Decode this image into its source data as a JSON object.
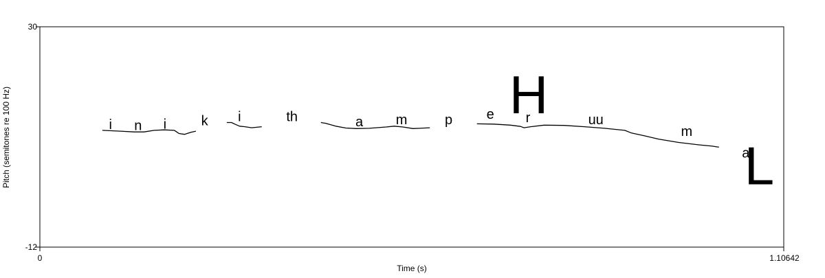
{
  "chart_data": {
    "type": "line",
    "xlabel": "Time (s)",
    "ylabel": "Pitch (semitones re 100 Hz)",
    "xlim": [
      0,
      1.10642
    ],
    "ylim": [
      -12,
      30
    ],
    "x_tick_labels": [
      "0",
      "1.10642"
    ],
    "y_tick_labels": [
      "30",
      "-12"
    ],
    "grid": false,
    "series": [
      {
        "segment": 1,
        "points": [
          [
            0.093,
            10.25
          ],
          [
            0.12,
            10.1
          ],
          [
            0.14,
            9.95
          ],
          [
            0.155,
            9.95
          ],
          [
            0.17,
            10.25
          ],
          [
            0.185,
            10.35
          ],
          [
            0.2,
            10.25
          ],
          [
            0.207,
            9.65
          ],
          [
            0.215,
            9.5
          ],
          [
            0.225,
            9.9
          ],
          [
            0.232,
            10.1
          ]
        ]
      },
      {
        "segment": 2,
        "points": [
          [
            0.278,
            11.75
          ],
          [
            0.285,
            11.75
          ],
          [
            0.29,
            11.45
          ],
          [
            0.297,
            11.05
          ],
          [
            0.305,
            10.95
          ],
          [
            0.315,
            10.75
          ],
          [
            0.33,
            10.95
          ]
        ]
      },
      {
        "segment": 3,
        "points": [
          [
            0.418,
            11.75
          ],
          [
            0.425,
            11.6
          ],
          [
            0.44,
            11.05
          ],
          [
            0.455,
            10.7
          ],
          [
            0.47,
            10.6
          ],
          [
            0.49,
            10.65
          ],
          [
            0.515,
            10.9
          ],
          [
            0.527,
            11.05
          ],
          [
            0.54,
            10.9
          ],
          [
            0.555,
            10.6
          ],
          [
            0.565,
            10.65
          ],
          [
            0.58,
            10.75
          ]
        ]
      },
      {
        "segment": 4,
        "points": [
          [
            0.65,
            11.5
          ],
          [
            0.675,
            11.45
          ],
          [
            0.7,
            11.25
          ],
          [
            0.715,
            11.0
          ],
          [
            0.72,
            10.75
          ],
          [
            0.73,
            10.95
          ],
          [
            0.75,
            11.25
          ],
          [
            0.78,
            11.2
          ],
          [
            0.81,
            10.95
          ],
          [
            0.84,
            10.65
          ],
          [
            0.87,
            10.25
          ],
          [
            0.88,
            9.75
          ],
          [
            0.9,
            9.2
          ],
          [
            0.92,
            8.6
          ],
          [
            0.95,
            7.95
          ],
          [
            0.98,
            7.5
          ],
          [
            1.0,
            7.25
          ],
          [
            1.01,
            7.05
          ]
        ]
      }
    ],
    "annotations": [
      {
        "text": "i",
        "x": 0.105,
        "y": 10.5,
        "size": "medium"
      },
      {
        "text": "n",
        "x": 0.146,
        "y": 10.3,
        "size": "medium"
      },
      {
        "text": "i",
        "x": 0.186,
        "y": 10.6,
        "size": "medium"
      },
      {
        "text": "k",
        "x": 0.245,
        "y": 11.2,
        "size": "medium"
      },
      {
        "text": "i",
        "x": 0.297,
        "y": 12.0,
        "size": "medium"
      },
      {
        "text": "th",
        "x": 0.375,
        "y": 12.0,
        "size": "medium"
      },
      {
        "text": "a",
        "x": 0.475,
        "y": 11.0,
        "size": "medium"
      },
      {
        "text": "m",
        "x": 0.538,
        "y": 11.4,
        "size": "medium"
      },
      {
        "text": "p",
        "x": 0.608,
        "y": 11.4,
        "size": "medium"
      },
      {
        "text": "e",
        "x": 0.67,
        "y": 12.5,
        "size": "medium"
      },
      {
        "text": "r",
        "x": 0.726,
        "y": 11.8,
        "size": "medium"
      },
      {
        "text": "uu",
        "x": 0.827,
        "y": 11.4,
        "size": "medium"
      },
      {
        "text": "m",
        "x": 0.962,
        "y": 9.2,
        "size": "medium"
      },
      {
        "text": "a",
        "x": 1.05,
        "y": 5.1,
        "size": "medium"
      },
      {
        "text": "H",
        "x": 0.727,
        "y": 13.5,
        "size": "large"
      },
      {
        "text": "L",
        "x": 1.07,
        "y": 0.0,
        "size": "large"
      }
    ]
  }
}
